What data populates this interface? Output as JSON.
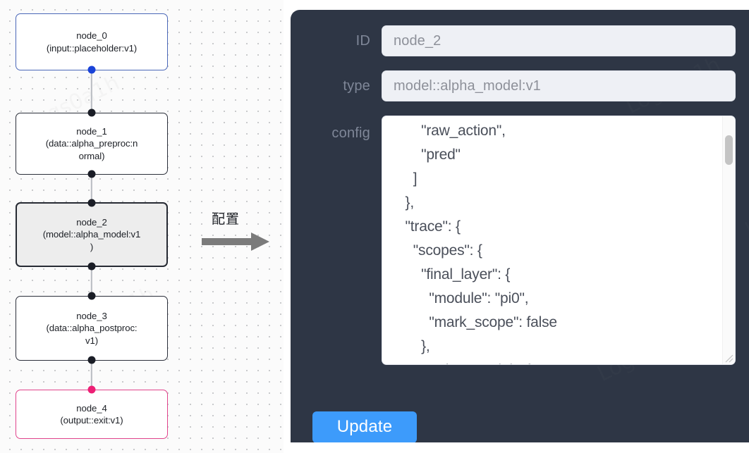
{
  "graph": {
    "nodes": [
      {
        "id": "node_0",
        "label": "node_0\n(input::placeholder:v1)",
        "variant": "input"
      },
      {
        "id": "node_1",
        "label": "node_1\n(data::alpha_preproc:n\normal)",
        "variant": "default"
      },
      {
        "id": "node_2",
        "label": "node_2\n(model::alpha_model:v1\n)",
        "variant": "selected"
      },
      {
        "id": "node_3",
        "label": "node_3\n(data::alpha_postproc:\nv1)",
        "variant": "default"
      },
      {
        "id": "node_4",
        "label": "node_4\n(output::exit:v1)",
        "variant": "output"
      }
    ],
    "edges": [
      "node_0 -> node_1",
      "node_1 -> node_2",
      "node_2 -> node_3",
      "node_3 -> node_4"
    ],
    "colors": {
      "input_border": "#4a67b8",
      "output_border": "#e0438b",
      "default_border": "#2b2f3a",
      "selected_fill": "#ededed",
      "edge": "#b9bcc2",
      "handle": "#1a1d26",
      "handle_input": "#1a43d8",
      "handle_output": "#ed1f75"
    }
  },
  "annotation": {
    "label": "配置",
    "arrow_icon": "right-arrow-icon",
    "arrow_color": "#7b7b7b"
  },
  "panel": {
    "background": "#2e3645",
    "fields": [
      {
        "name": "id",
        "label": "ID",
        "value": "node_2"
      },
      {
        "name": "type",
        "label": "type",
        "value": "model::alpha_model:v1"
      },
      {
        "name": "config",
        "label": "config",
        "value": "        \"raw_action\",\n        \"pred\"\n      ]\n    },\n    \"trace\": {\n      \"scopes\": {\n        \"final_layer\": {\n          \"module\": \"pi0\",\n          \"mark_scope\": false\n        },\n        \"action_model\": {"
      }
    ],
    "update_button": {
      "label": "Update",
      "color": "#3d9bfb"
    },
    "input_fill": "#eef0f5",
    "input_text_color": "#8d9099",
    "label_color": "#7f8798",
    "scrollbar": {
      "thumb_color": "#c4c4c4"
    }
  },
  "watermark": {
    "text": "Logs0a1h"
  }
}
